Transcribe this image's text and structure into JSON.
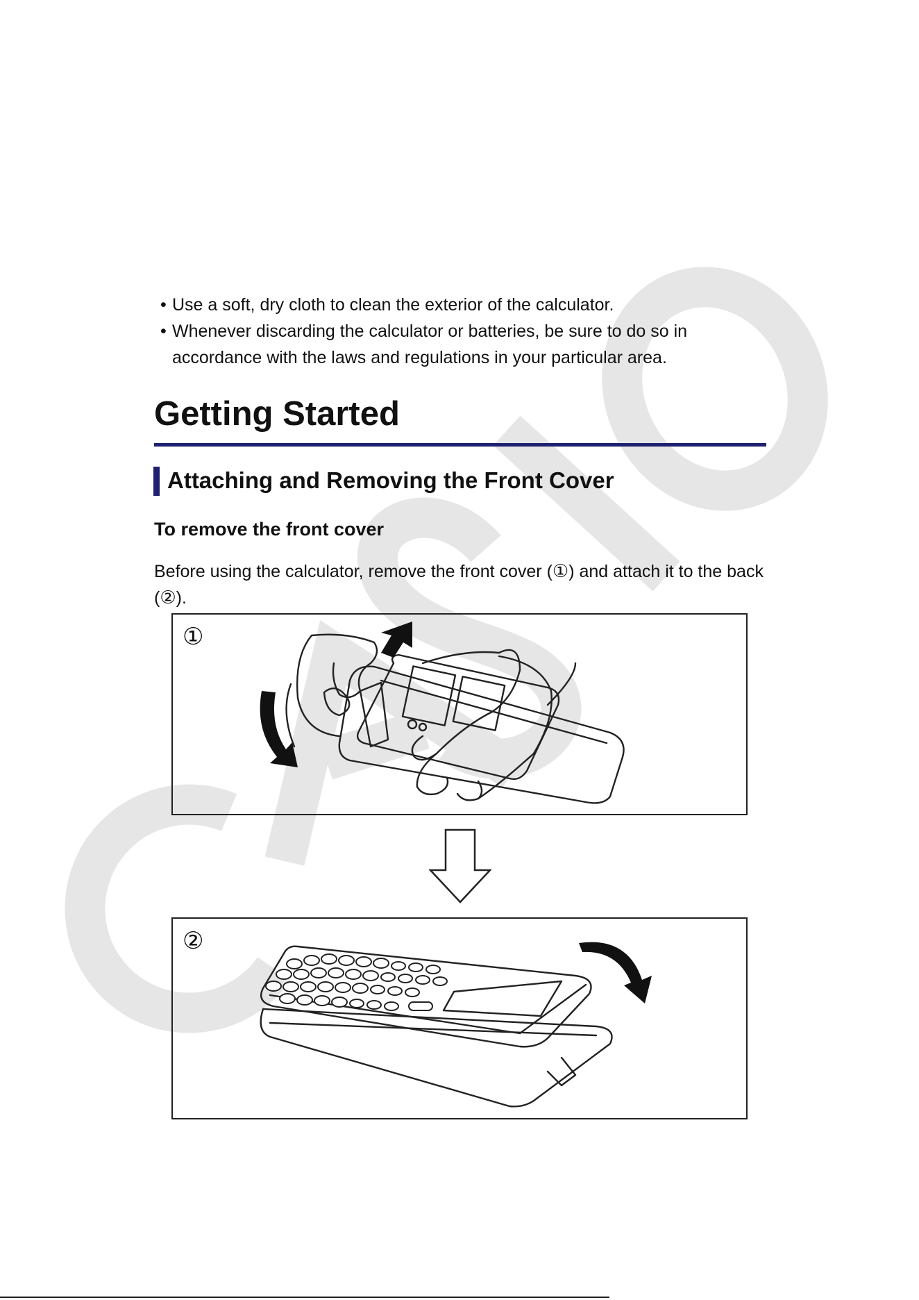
{
  "bullets": [
    "Use a soft, dry cloth to clean the exterior of the calculator.",
    "Whenever discarding the calculator or batteries, be sure to do so in accordance with the laws and regulations in your particular area."
  ],
  "heading1": "Getting Started",
  "heading2": "Attaching and Removing the Front Cover",
  "heading3": "To remove the front cover",
  "paragraph": {
    "part1": "Before using the calculator, remove the front cover (",
    "mark1": "①",
    "part2": ") and attach it to the back (",
    "mark2": "②",
    "part3": ")."
  },
  "figure": {
    "step1_label": "①",
    "step2_label": "②"
  },
  "watermark": {
    "text": "CASIO",
    "color": "#e6e6e6"
  },
  "colors": {
    "heading_rule": "#1e2170",
    "text": "#111111"
  }
}
